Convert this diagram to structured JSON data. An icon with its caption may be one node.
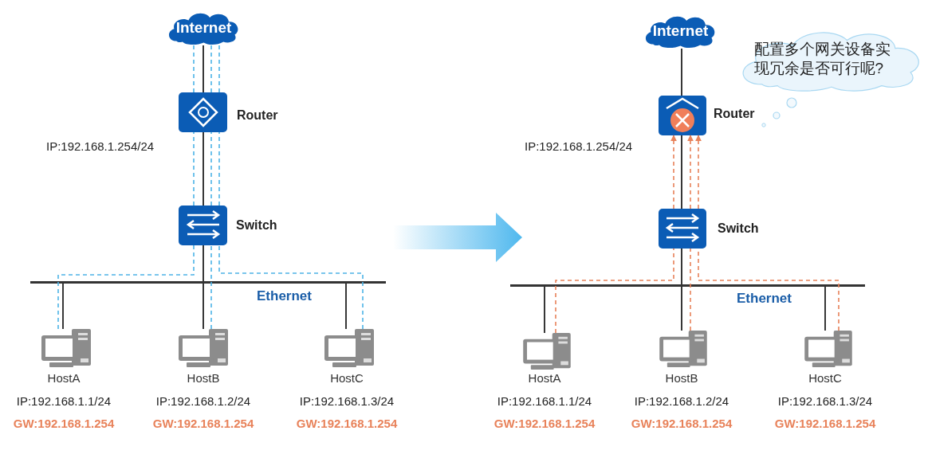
{
  "diagram": {
    "nodes": [
      {
        "text": [
          "Internet"
        ]
      },
      {
        "text": [],
        "shape": "box",
        "beside": [
          "Router",
          "IP:192.168.1.254/24"
        ]
      },
      {
        "text": [],
        "shape": "box",
        "beside": [
          "Switch"
        ]
      },
      {
        "text": [],
        "shape": "bar",
        "beside": [
          "Ethernet"
        ]
      },
      {
        "text": [],
        "shape": "computer",
        "beside": [
          "HostA",
          "IP:192.168.1.1/24",
          "GW:192.168.1.254"
        ]
      },
      {
        "text": [],
        "shape": "computer",
        "beside": [
          "HostB",
          "IP:192.168.1.2/24",
          "GW:192.168.1.254"
        ]
      },
      {
        "text": [],
        "shape": "computer",
        "beside": [
          "HostC",
          "IP:192.168.1.3/24",
          "GW:192.168.1.254"
        ]
      },
      {
        "text": [
          "Internet"
        ]
      },
      {
        "text": [],
        "shape": "box",
        "beside": [
          "Router",
          "IP:192.168.1.254/24"
        ]
      },
      {
        "text": [],
        "shape": "box",
        "beside": [
          "Switch"
        ]
      },
      {
        "text": [],
        "shape": "bar",
        "beside": [
          "Ethernet"
        ]
      },
      {
        "text": [],
        "shape": "computer",
        "beside": [
          "HostA",
          "IP:192.168.1.1/24",
          "GW:192.168.1.254"
        ]
      },
      {
        "text": [],
        "shape": "computer",
        "beside": [
          "HostB",
          "IP:192.168.1.2/24",
          "GW:192.168.1.254"
        ]
      },
      {
        "text": [],
        "shape": "computer",
        "beside": [
          "HostC",
          "IP:192.168.1.3/24",
          "GW:192.168.1.254"
        ]
      },
      {
        "text": [
          "配置多个网关设备实现冗余是否可行呢?"
        ]
      }
    ],
    "edges": [
      {
        "from": 0,
        "to": 1,
        "arrow": "none"
      },
      {
        "from": 1,
        "to": 2,
        "arrow": "none"
      },
      {
        "from": 2,
        "to": 3,
        "arrow": "none"
      },
      {
        "from": 3,
        "to": 4,
        "arrow": "none"
      },
      {
        "from": 3,
        "to": 5,
        "arrow": "none"
      },
      {
        "from": 3,
        "to": 6,
        "arrow": "none"
      },
      {
        "from": 4,
        "to": 2,
        "arrow": "none",
        "style": "dashed",
        "color": "#4db3e6"
      },
      {
        "from": 5,
        "to": 2,
        "arrow": "none",
        "style": "dashed",
        "color": "#4db3e6"
      },
      {
        "from": 6,
        "to": 2,
        "arrow": "none",
        "style": "dashed",
        "color": "#4db3e6"
      },
      {
        "from": 2,
        "to": 1,
        "arrow": "none",
        "style": "dashed",
        "color": "#4db3e6"
      },
      {
        "from": 2,
        "to": 1,
        "arrow": "none",
        "style": "dashed",
        "color": "#4db3e6"
      },
      {
        "from": 2,
        "to": 1,
        "arrow": "none",
        "style": "dashed",
        "color": "#4db3e6"
      },
      {
        "from": 1,
        "to": 0,
        "arrow": "none",
        "style": "dashed",
        "color": "#4db3e6"
      },
      {
        "from": 1,
        "to": 0,
        "arrow": "none",
        "style": "dashed",
        "color": "#4db3e6"
      },
      {
        "from": 1,
        "to": 0,
        "arrow": "none",
        "style": "dashed",
        "color": "#4db3e6"
      },
      {
        "from": 7,
        "to": 8,
        "arrow": "none"
      },
      {
        "from": 8,
        "to": 9,
        "arrow": "none"
      },
      {
        "from": 9,
        "to": 10,
        "arrow": "none"
      },
      {
        "from": 10,
        "to": 11,
        "arrow": "none"
      },
      {
        "from": 10,
        "to": 12,
        "arrow": "none"
      },
      {
        "from": 10,
        "to": 13,
        "arrow": "none"
      },
      {
        "from": 11,
        "to": 9,
        "arrow": "none",
        "style": "dashed",
        "color": "#e8825a"
      },
      {
        "from": 12,
        "to": 9,
        "arrow": "none",
        "style": "dashed",
        "color": "#e8825a"
      },
      {
        "from": 13,
        "to": 9,
        "arrow": "none",
        "style": "dashed",
        "color": "#e8825a"
      },
      {
        "from": 9,
        "to": 8,
        "arrow": "to",
        "style": "dashed",
        "color": "#e8825a"
      },
      {
        "from": 9,
        "to": 8,
        "arrow": "to",
        "style": "dashed",
        "color": "#e8825a"
      },
      {
        "from": 9,
        "to": 8,
        "arrow": "to",
        "style": "dashed",
        "color": "#e8825a"
      }
    ]
  }
}
